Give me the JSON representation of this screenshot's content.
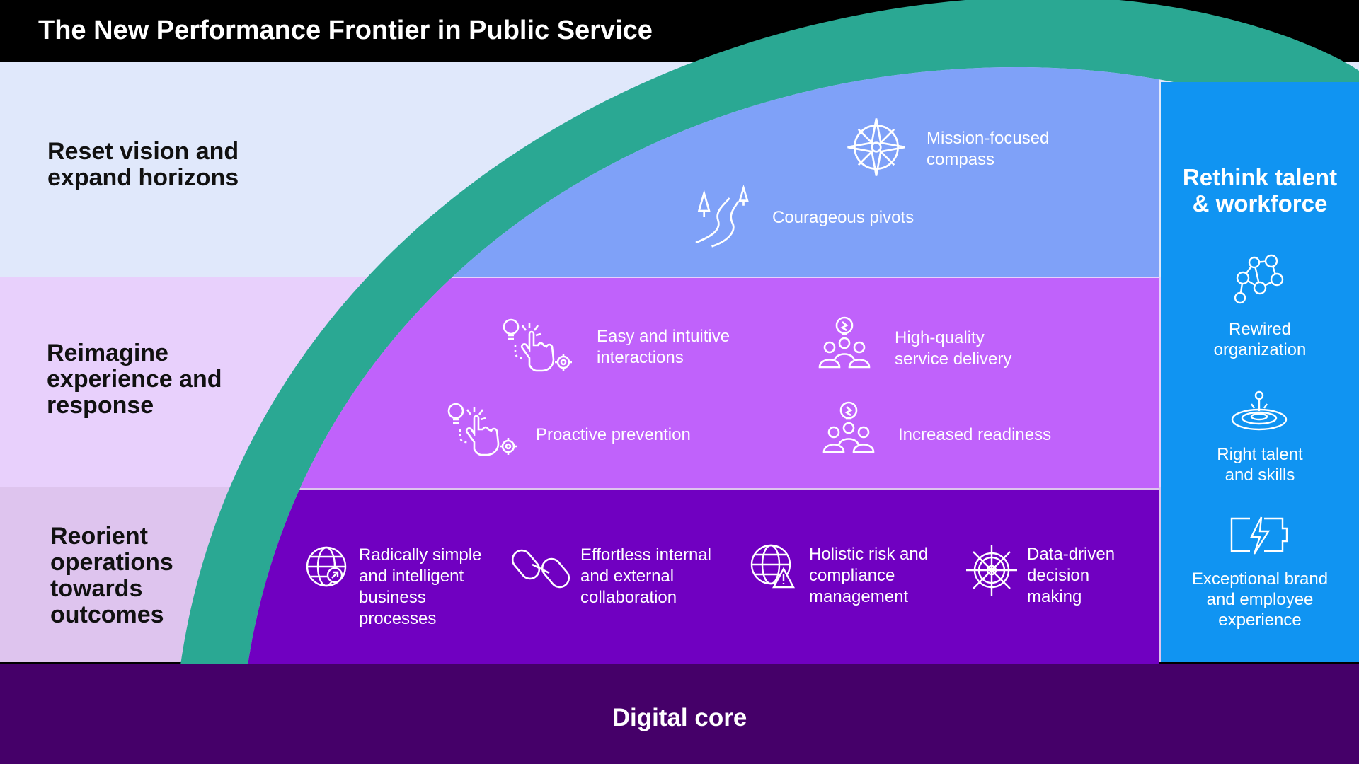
{
  "title": "The New Performance Frontier in Public Service",
  "rows": [
    {
      "label": "Reset vision and expand horizons",
      "label_lines": [
        "Reset vision and",
        "expand horizons"
      ],
      "items": [
        {
          "icon": "compass-icon",
          "lines": [
            "Mission-focused",
            "compass"
          ]
        },
        {
          "icon": "winding-road-icon",
          "lines": [
            "Courageous pivots"
          ]
        }
      ]
    },
    {
      "label": "Reimagine experience and response",
      "label_lines": [
        "Reimagine",
        "experience and",
        "response"
      ],
      "items": [
        {
          "icon": "touch-click-icon",
          "lines": [
            "Easy and intuitive",
            "interactions"
          ]
        },
        {
          "icon": "team-idea-icon",
          "lines": [
            "High-quality",
            "service delivery"
          ]
        },
        {
          "icon": "touch-click-icon",
          "lines": [
            "Proactive prevention"
          ]
        },
        {
          "icon": "team-idea-icon",
          "lines": [
            "Increased readiness"
          ]
        }
      ]
    },
    {
      "label": "Reorient operations towards outcomes",
      "label_lines": [
        "Reorient",
        "operations",
        "towards",
        "outcomes"
      ],
      "items": [
        {
          "icon": "globe-arrow-icon",
          "lines": [
            "Radically simple",
            "and intelligent",
            "business",
            "processes"
          ]
        },
        {
          "icon": "chain-link-icon",
          "lines": [
            "Effortless internal",
            "and external",
            "collaboration"
          ]
        },
        {
          "icon": "globe-warning-icon",
          "lines": [
            "Holistic risk and",
            "compliance",
            "management"
          ]
        },
        {
          "icon": "ship-wheel-icon",
          "lines": [
            "Data-driven",
            "decision",
            "making"
          ]
        }
      ]
    }
  ],
  "side": {
    "title_lines": [
      "Rethink talent",
      "& workforce"
    ],
    "items": [
      {
        "icon": "network-people-icon",
        "lines": [
          "Rewired",
          "organization"
        ]
      },
      {
        "icon": "water-drop-icon",
        "lines": [
          "Right talent",
          "and skills"
        ]
      },
      {
        "icon": "battery-charge-icon",
        "lines": [
          "Exceptional brand",
          "and employee",
          "experience"
        ]
      }
    ]
  },
  "core": "Digital core",
  "colors": {
    "title_bg": "#000000",
    "band_1": "#e0e8fb",
    "band_2": "#e8d0fc",
    "band_3": "#dec4ee",
    "arch": "#2aa893",
    "cell_1": "#7fa1f8",
    "cell_2": "#c062fb",
    "cell_3": "#7000c1",
    "side": "#1094f2",
    "core": "#450069"
  }
}
